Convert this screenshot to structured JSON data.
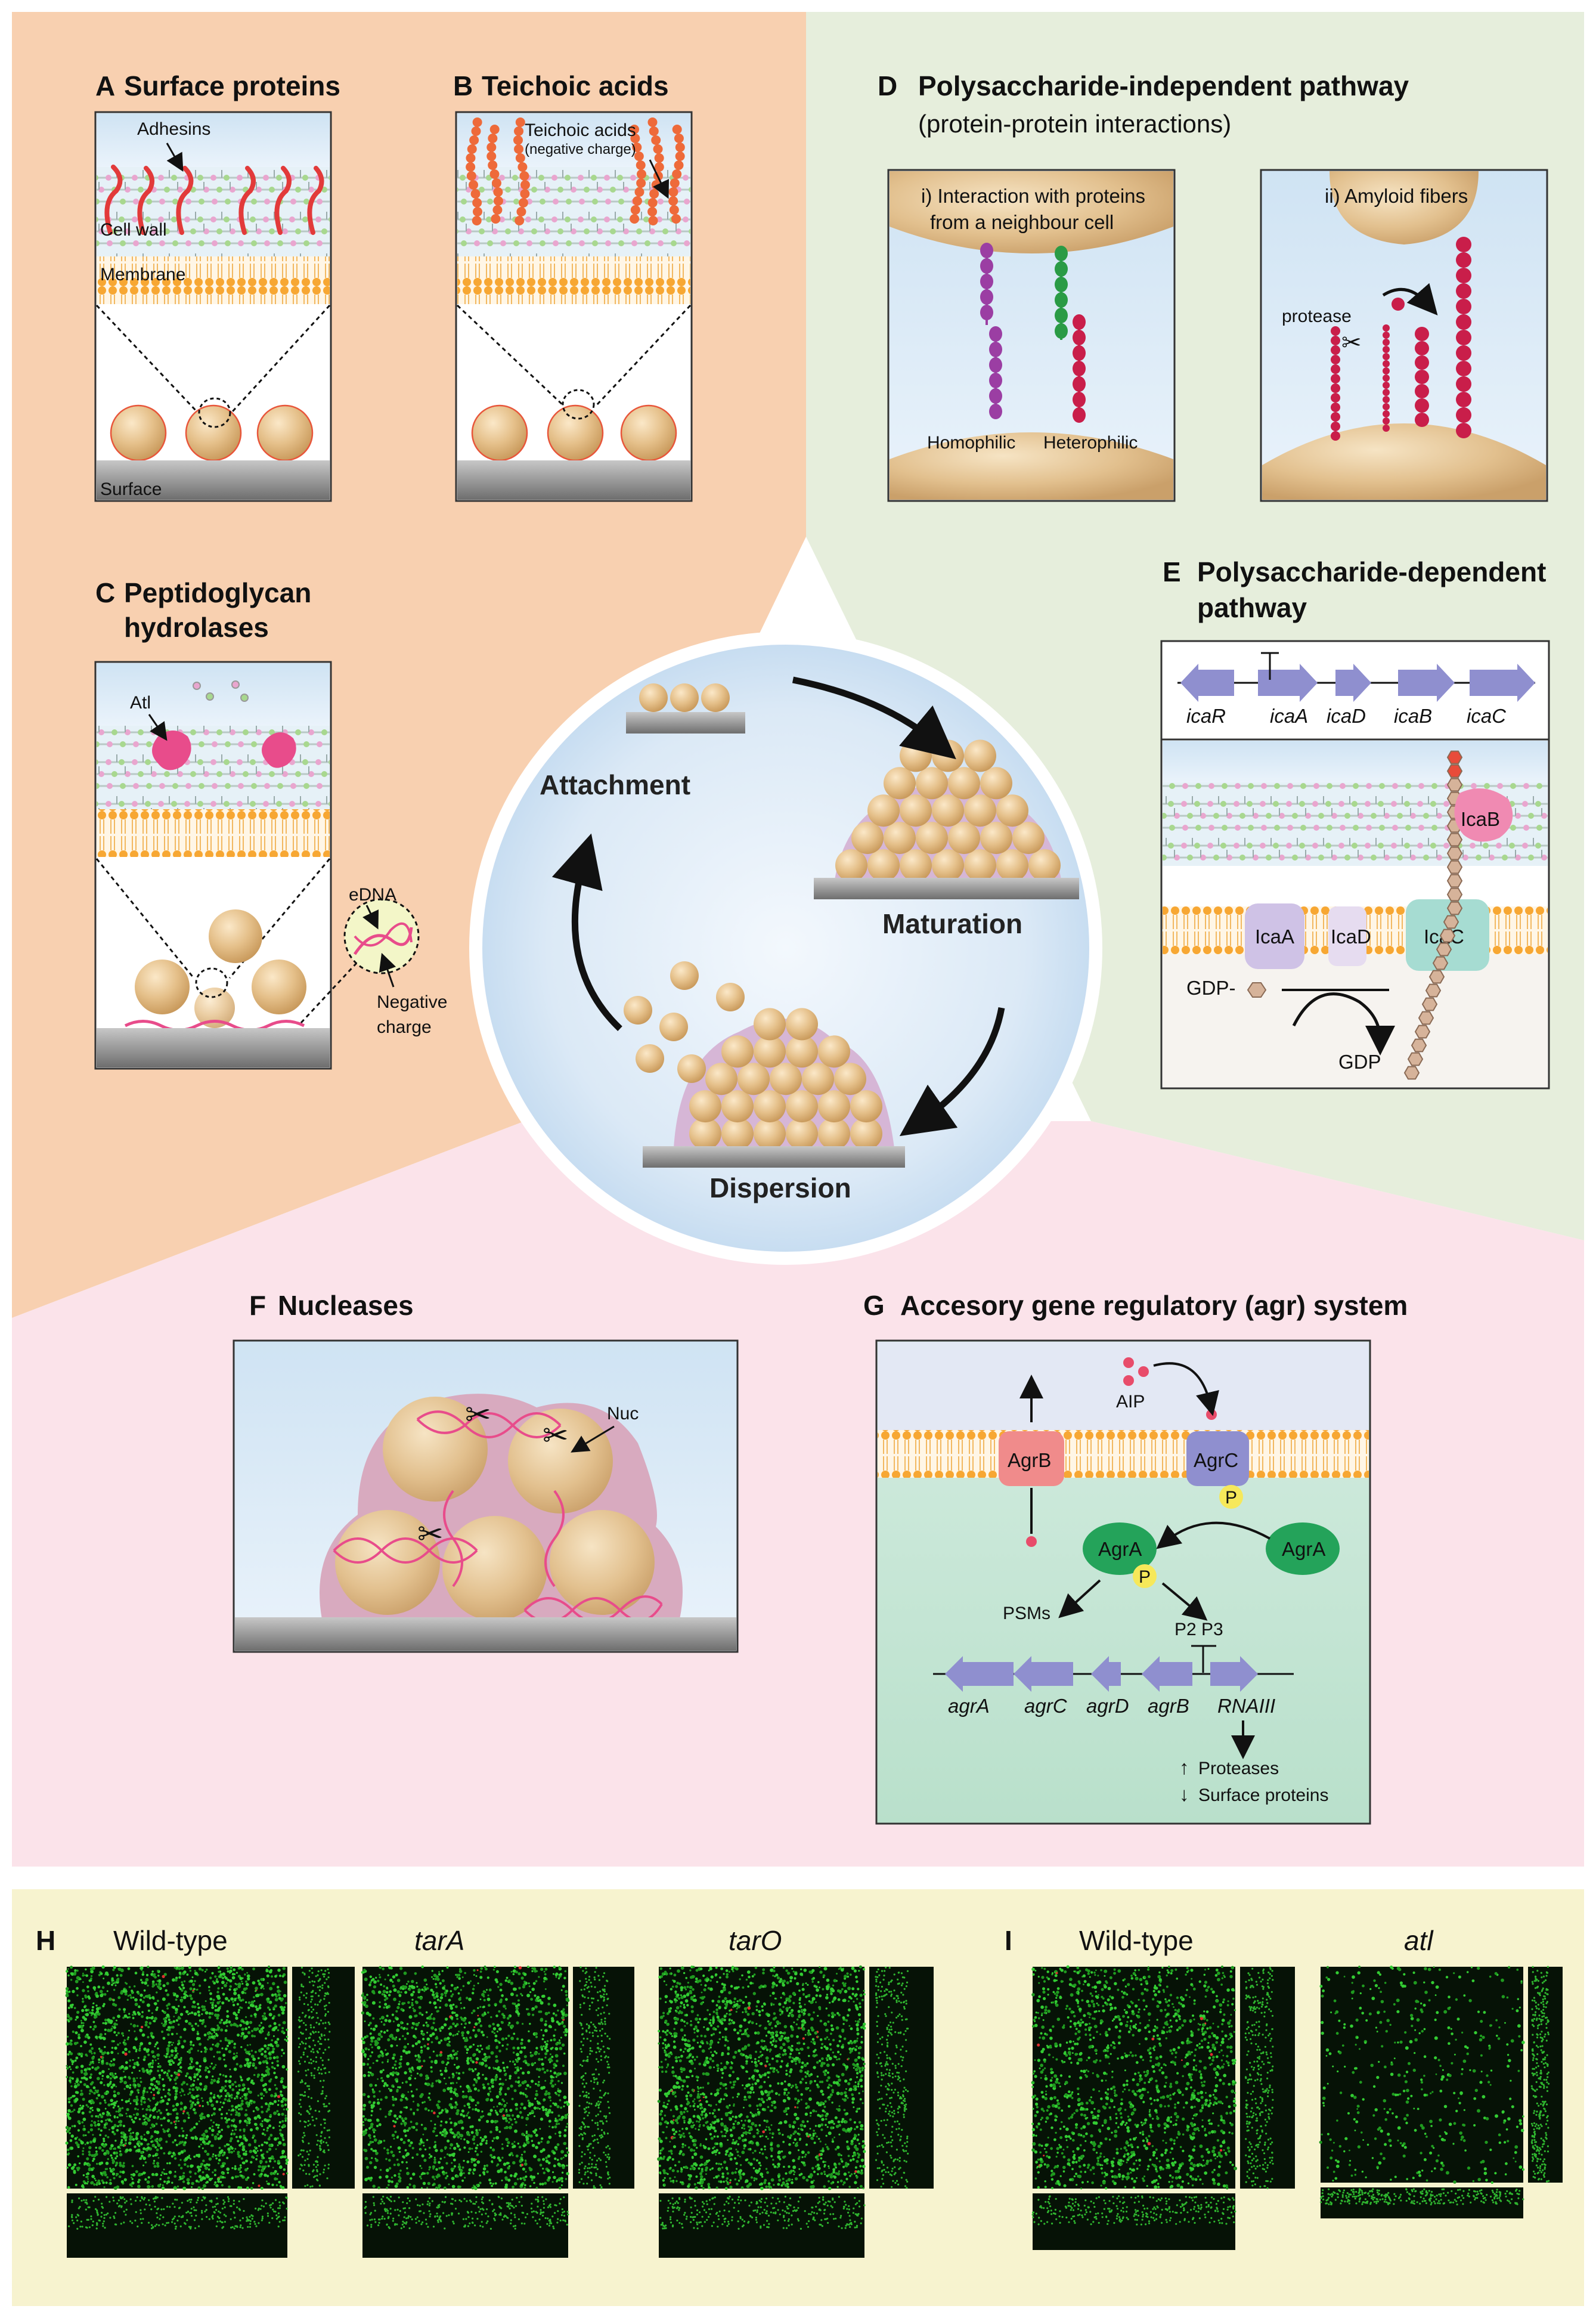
{
  "colors": {
    "peach": "#f8d0b0",
    "green_bg": "#e6eedc",
    "pink_bg": "#fbe3ea",
    "yellow_bg": "#f7f3cf",
    "cell": "#e6c48f",
    "membrane": "#f7a733",
    "pink_protein": "#e84c8b",
    "red_chain": "#c91e4a",
    "purple_chain": "#9b3ea3",
    "green_chain": "#2a9b45",
    "gene_arrow": "#8f8fcf",
    "micro_green": "#33cc33"
  },
  "panels": {
    "A": {
      "letter": "A",
      "title": "Surface proteins",
      "adhesins": "Adhesins",
      "cell_wall": "Cell wall",
      "membrane": "Membrane",
      "surface": "Surface"
    },
    "B": {
      "letter": "B",
      "title": "Teichoic acids",
      "label": "Teichoic acids",
      "note": "(negative charge)"
    },
    "C": {
      "letter": "C",
      "title1": "Peptidoglycan",
      "title2": "hydrolases",
      "atl": "Atl",
      "edna": "eDNA",
      "neg1": "Negative",
      "neg2": "charge"
    },
    "D": {
      "letter": "D",
      "title": "Polysaccharide-independent pathway",
      "subtitle": "(protein-protein interactions)",
      "i1": "i) Interaction with proteins",
      "i2": "from a neighbour cell",
      "homo": "Homophilic",
      "hetero": "Heterophilic",
      "ii": "ii) Amyloid fibers",
      "protease": "protease"
    },
    "E": {
      "letter": "E",
      "title1": "Polysaccharide-dependent",
      "title2": "pathway",
      "genes": [
        "icaR",
        "icaA",
        "icaD",
        "icaB",
        "icaC"
      ],
      "icaA": "IcaA",
      "icaD": "IcaD",
      "icaC": "IcaC",
      "icaB": "IcaB",
      "gdp1": "GDP-",
      "gdp2": "GDP"
    },
    "cycle": {
      "attachment": "Attachment",
      "maturation": "Maturation",
      "dispersion": "Dispersion"
    },
    "F": {
      "letter": "F",
      "title": "Nucleases",
      "nuc": "Nuc"
    },
    "G": {
      "letter": "G",
      "title": "Accesory gene regulatory (agr) system",
      "aip": "AIP",
      "agrB": "AgrB",
      "agrC": "AgrC",
      "agrA1": "AgrA",
      "agrA2": "AgrA",
      "p1": "P",
      "p2": "P",
      "psms": "PSMs",
      "p2p3": "P2 P3",
      "genes": [
        "agrA",
        "agrC",
        "agrD",
        "agrB",
        "RNAIII"
      ],
      "proteases": "Proteases",
      "surface_proteins": "Surface proteins",
      "up_arrow": "↑",
      "down_arrow": "↓"
    },
    "H": {
      "letter": "H",
      "labels": [
        "Wild-type",
        "tarA",
        "tarO"
      ]
    },
    "I": {
      "letter": "I",
      "labels": [
        "Wild-type",
        "atl"
      ]
    }
  }
}
